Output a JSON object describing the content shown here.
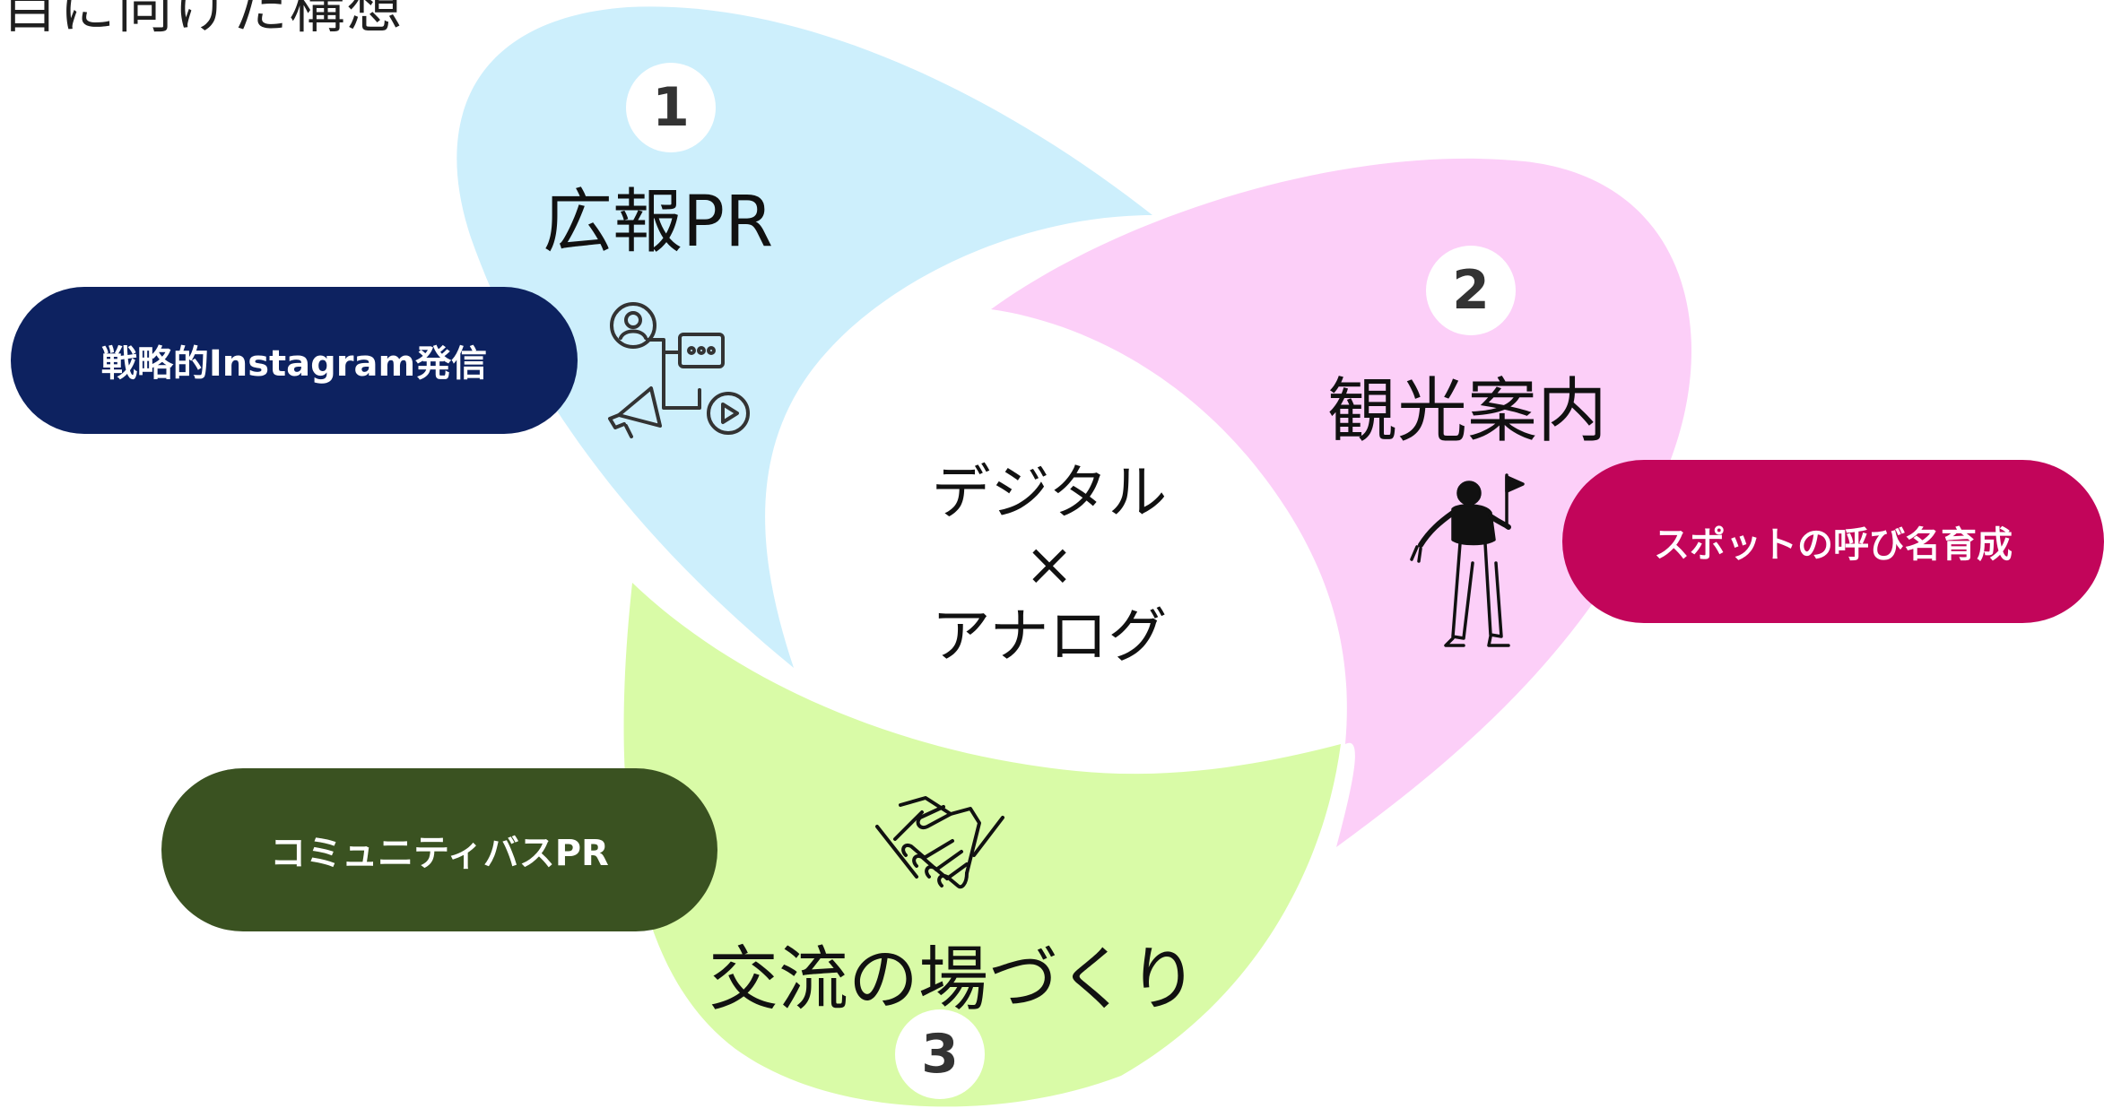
{
  "header": {
    "title_fragment": "-目に向けた構想"
  },
  "center": {
    "line1": "デジタル",
    "line2": "×",
    "line3": "アナログ"
  },
  "sections": [
    {
      "number": "1",
      "title": "広報PR",
      "action_label": "戦略的Instagram発信",
      "petal_color": "#cdeffc",
      "pill_color": "#0d2260",
      "icon": "social-media-megaphone-icon"
    },
    {
      "number": "2",
      "title": "観光案内",
      "action_label": "スポットの呼び名育成",
      "petal_color": "#fccff8",
      "pill_color": "#c2055a",
      "icon": "tour-guide-flag-icon"
    },
    {
      "number": "3",
      "title": "交流の場づくり",
      "action_label": "コミュニティバスPR",
      "petal_color": "#d9fba7",
      "pill_color": "#3a5221",
      "icon": "handshake-icon"
    }
  ]
}
